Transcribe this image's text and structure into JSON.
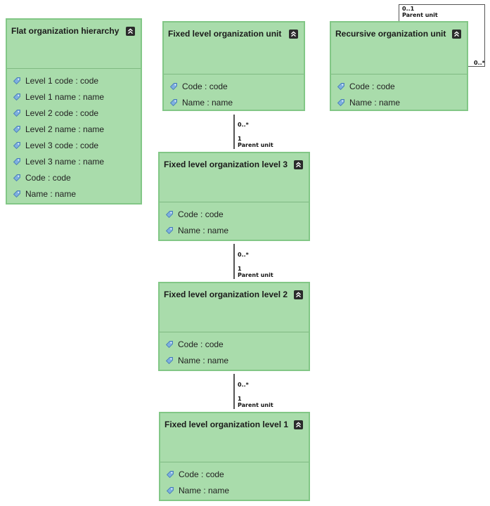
{
  "entities": {
    "flat": {
      "title": "Flat organization hierarchy",
      "attributes": [
        "Level 1 code : code",
        "Level 1 name : name",
        "Level 2 code : code",
        "Level 2 name : name",
        "Level 3 code : code",
        "Level 3 name : name",
        "Code : code",
        "Name : name"
      ]
    },
    "fixed_unit": {
      "title": "Fixed level organization unit",
      "attributes": [
        "Code : code",
        "Name : name"
      ]
    },
    "recursive_unit": {
      "title": "Recursive organization unit",
      "attributes": [
        "Code : code",
        "Name : name"
      ]
    },
    "level3": {
      "title": "Fixed level organization level 3",
      "attributes": [
        "Code : code",
        "Name : name"
      ]
    },
    "level2": {
      "title": "Fixed level organization level 2",
      "attributes": [
        "Code : code",
        "Name : name"
      ]
    },
    "level1": {
      "title": "Fixed level organization level 1",
      "attributes": [
        "Code : code",
        "Name : name"
      ]
    }
  },
  "relationships": {
    "recursive": {
      "top_card": "0..1",
      "top_role": "Parent unit",
      "right_card": "0..*"
    },
    "unit_to_level3": {
      "many": "0..*",
      "one": "1",
      "role": "Parent unit"
    },
    "level3_to_level2": {
      "many": "0..*",
      "one": "1",
      "role": "Parent unit"
    },
    "level2_to_level1": {
      "many": "0..*",
      "one": "1",
      "role": "Parent unit"
    }
  },
  "icons": {
    "collapse": "chevron-double-up-icon",
    "attribute": "attribute-tag-icon"
  },
  "colors": {
    "entity_fill": "#a9dcab",
    "entity_border": "#82c786",
    "connector": "#555555"
  }
}
